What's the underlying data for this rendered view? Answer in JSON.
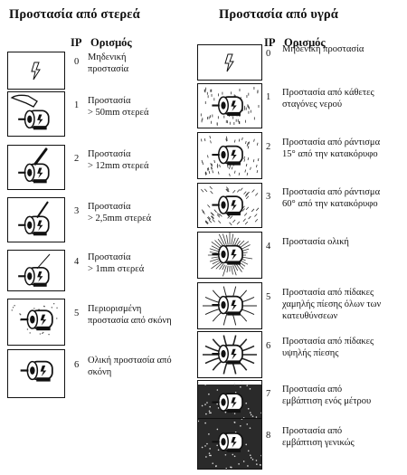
{
  "left": {
    "title": "Προστασία από στερεά",
    "ip_header": "IP",
    "def_header": "Ορισμός",
    "rows": [
      {
        "code": "0",
        "line1": "Μηδενική",
        "line2": "προστασία",
        "icon": "symbol-only"
      },
      {
        "code": "1",
        "line1": "Προστασία",
        "line2": "> 50mm στερεά",
        "icon": "hand-touching-motor"
      },
      {
        "code": "2",
        "line1": "Προστασία",
        "line2": "> 12mm στερεά",
        "icon": "finger-touching-motor"
      },
      {
        "code": "3",
        "line1": "Προστασία",
        "line2": "> 2,5mm στερεά",
        "icon": "tool-touching-motor"
      },
      {
        "code": "4",
        "line1": "Προστασία",
        "line2": "> 1mm στερεά",
        "icon": "wire-touching-motor"
      },
      {
        "code": "5",
        "line1": "Περιορισμένη",
        "line2": "προστασία από σκόνη",
        "icon": "motor-in-dust"
      },
      {
        "code": "6",
        "line1": "Ολική προστασία από",
        "line2": "σκόνη",
        "icon": "motor-sealed-from-dust"
      }
    ]
  },
  "right": {
    "title": "Προστασία από υγρά",
    "ip_header": "IP",
    "def_header": "Ορισμός",
    "rows": [
      {
        "code": "0",
        "line1": "Μηδενική προστασία",
        "line2": "",
        "icon": "symbol-only"
      },
      {
        "code": "1",
        "line1": "Προστασία από κάθετες",
        "line2": "σταγόνες νερού",
        "icon": "vertical-drops"
      },
      {
        "code": "2",
        "line1": "Προστασία από ράντισμα",
        "line2": "15° από την κατακόρυφο",
        "icon": "spray-15"
      },
      {
        "code": "3",
        "line1": "Προστασία από ράντισμα",
        "line2": "60° από την κατακόρυφο",
        "icon": "spray-60"
      },
      {
        "code": "4",
        "line1": "Προστασία ολική",
        "line2": "",
        "icon": "splash-all-directions"
      },
      {
        "code": "5",
        "line1": "Προστασία από πίδακες",
        "line2": "χαμηλής πίεσης όλων των",
        "line3": "κατευθύνσεων",
        "icon": "low-pressure-jets"
      },
      {
        "code": "6",
        "line1": "Προστασία από πίδακες",
        "line2": "υψηλής πίεσης",
        "icon": "high-pressure-jets"
      },
      {
        "code": "7",
        "line1": "Προστασία από",
        "line2": "εμβάπτιση ενός μέτρου",
        "icon": "immersion-1m"
      },
      {
        "code": "8",
        "line1": "Προστασία από",
        "line2": "εμβάπτιση γενικώς",
        "icon": "submersion"
      }
    ]
  }
}
